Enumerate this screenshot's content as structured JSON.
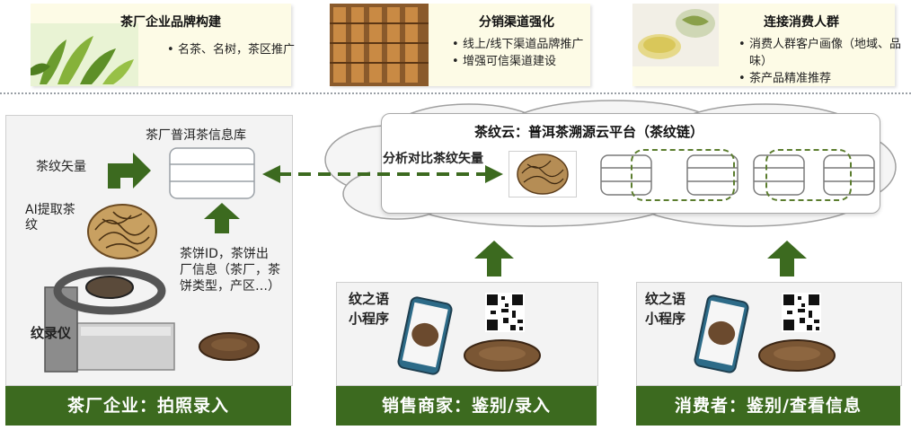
{
  "top_cards": [
    {
      "title": "茶厂企业品牌构建",
      "bullets": [
        "名茶、名树，茶区推广"
      ],
      "image_icon": "tea-leaves-photo"
    },
    {
      "title": "分销渠道强化",
      "bullets": [
        "线上/线下渠道品牌推广",
        "增强可信渠道建设"
      ],
      "image_icon": "bookshelf-photo"
    },
    {
      "title": "连接消费人群",
      "bullets": [
        "消费人群客户画像（地域、品味）",
        "茶产品精准推荐"
      ],
      "image_icon": "tea-cup-photo"
    }
  ],
  "factory": {
    "db_label": "茶厂普洱茶信息库",
    "vector_label": "茶纹矢量",
    "ai_label": "AI提取茶纹",
    "info_label": "茶饼ID，茶饼出厂信息（茶厂，茶饼类型，产区…）",
    "device_label": "纹录仪",
    "bar_label": "茶厂企业：拍照录入"
  },
  "cloud": {
    "title": "茶纹云：普洱茶溯源云平台（茶纹链）",
    "compare_label": "分析对比茶纹矢量"
  },
  "seller": {
    "app_label": "纹之语小程序",
    "bar_label": "销售商家：鉴别/录入"
  },
  "consumer": {
    "app_label": "纹之语小程序",
    "bar_label": "消费者：鉴别/查看信息"
  },
  "colors": {
    "accent_green": "#3c6a1f",
    "note_bg": "#fdfbe6",
    "dash_green": "#3c6a1f"
  }
}
